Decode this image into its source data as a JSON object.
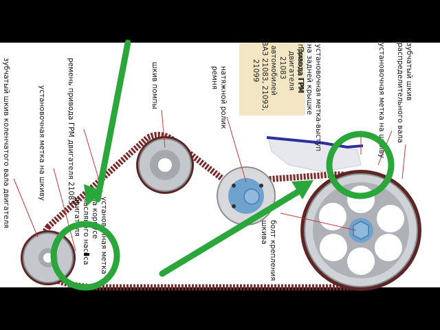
{
  "caption": {
    "lines": [
      "Привод ГРМ",
      "двигателя",
      "21083",
      "автомобилей",
      "ВАЗ 21083, 21093,",
      "21099"
    ]
  },
  "labels": {
    "crank_sprocket": "зубчатый шкив коленчатого вала двигателя",
    "crank_mark": "установочная метка на шкиву",
    "belt": "ремень привода ГРМ двигателя 21083",
    "pump": "шкив помпы",
    "oil_pump_mark": [
      "установочная метка",
      "на корпусе",
      "масляного насоса",
      "двигателя"
    ],
    "tensioner": [
      "натяжной ролик",
      "ремня"
    ],
    "cam_mark_housing": [
      "установочная метка-выступ",
      "на задней крышке",
      "привода ГРМ"
    ],
    "cam_mark_sprocket": "установочная метка на шкиву",
    "cam_sprocket": [
      "зубчатый шкив",
      "распределительного вала"
    ],
    "cam_bolt": [
      "болт крепления",
      "шкива"
    ]
  },
  "colors": {
    "belt": "#7a2a2a",
    "caption_bg": "#f3e6c4",
    "highlight": "#2aa63a",
    "pulley_metal": "#b9bcc0",
    "tensioner_blue": "#6fa3cf",
    "housing_blue": "#2b2f9c"
  },
  "icons": {
    "arrow": "arrow-icon",
    "circle": "highlight-circle-icon"
  }
}
